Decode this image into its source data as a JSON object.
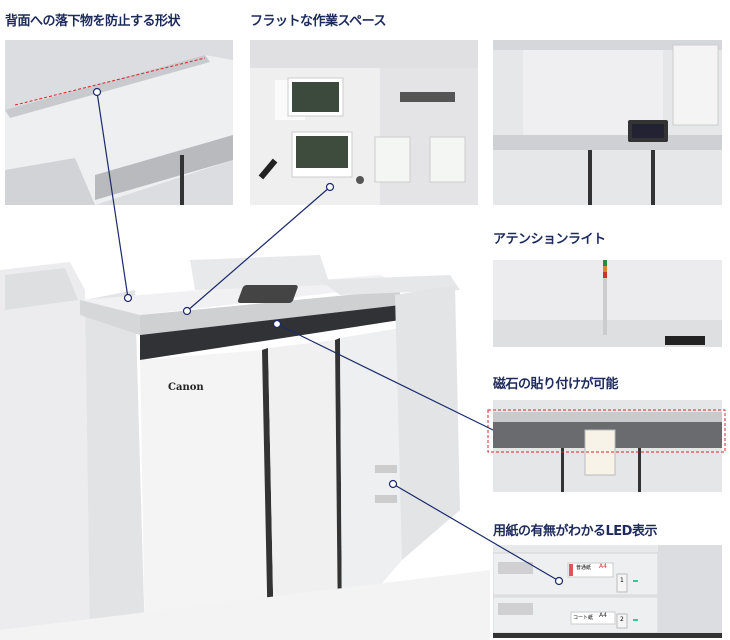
{
  "features": [
    {
      "title": "背面への落下物を防止する形状"
    },
    {
      "title": "フラットな作業スペース"
    },
    {
      "title": "アテンションライト"
    },
    {
      "title": "磁石の貼り付けが可能"
    },
    {
      "title": "用紙の有無がわかるLED表示"
    }
  ],
  "machine": {
    "brand": "Canon"
  },
  "led_photo": {
    "trays": [
      {
        "paper": "普通紙",
        "size": "A4",
        "number": "1"
      },
      {
        "paper": "コート紙",
        "size": "A4",
        "number": "2"
      }
    ]
  },
  "colors": {
    "title": "#1d2a5c",
    "connector": "#1a2a6c",
    "highlight": "#d9262c"
  }
}
